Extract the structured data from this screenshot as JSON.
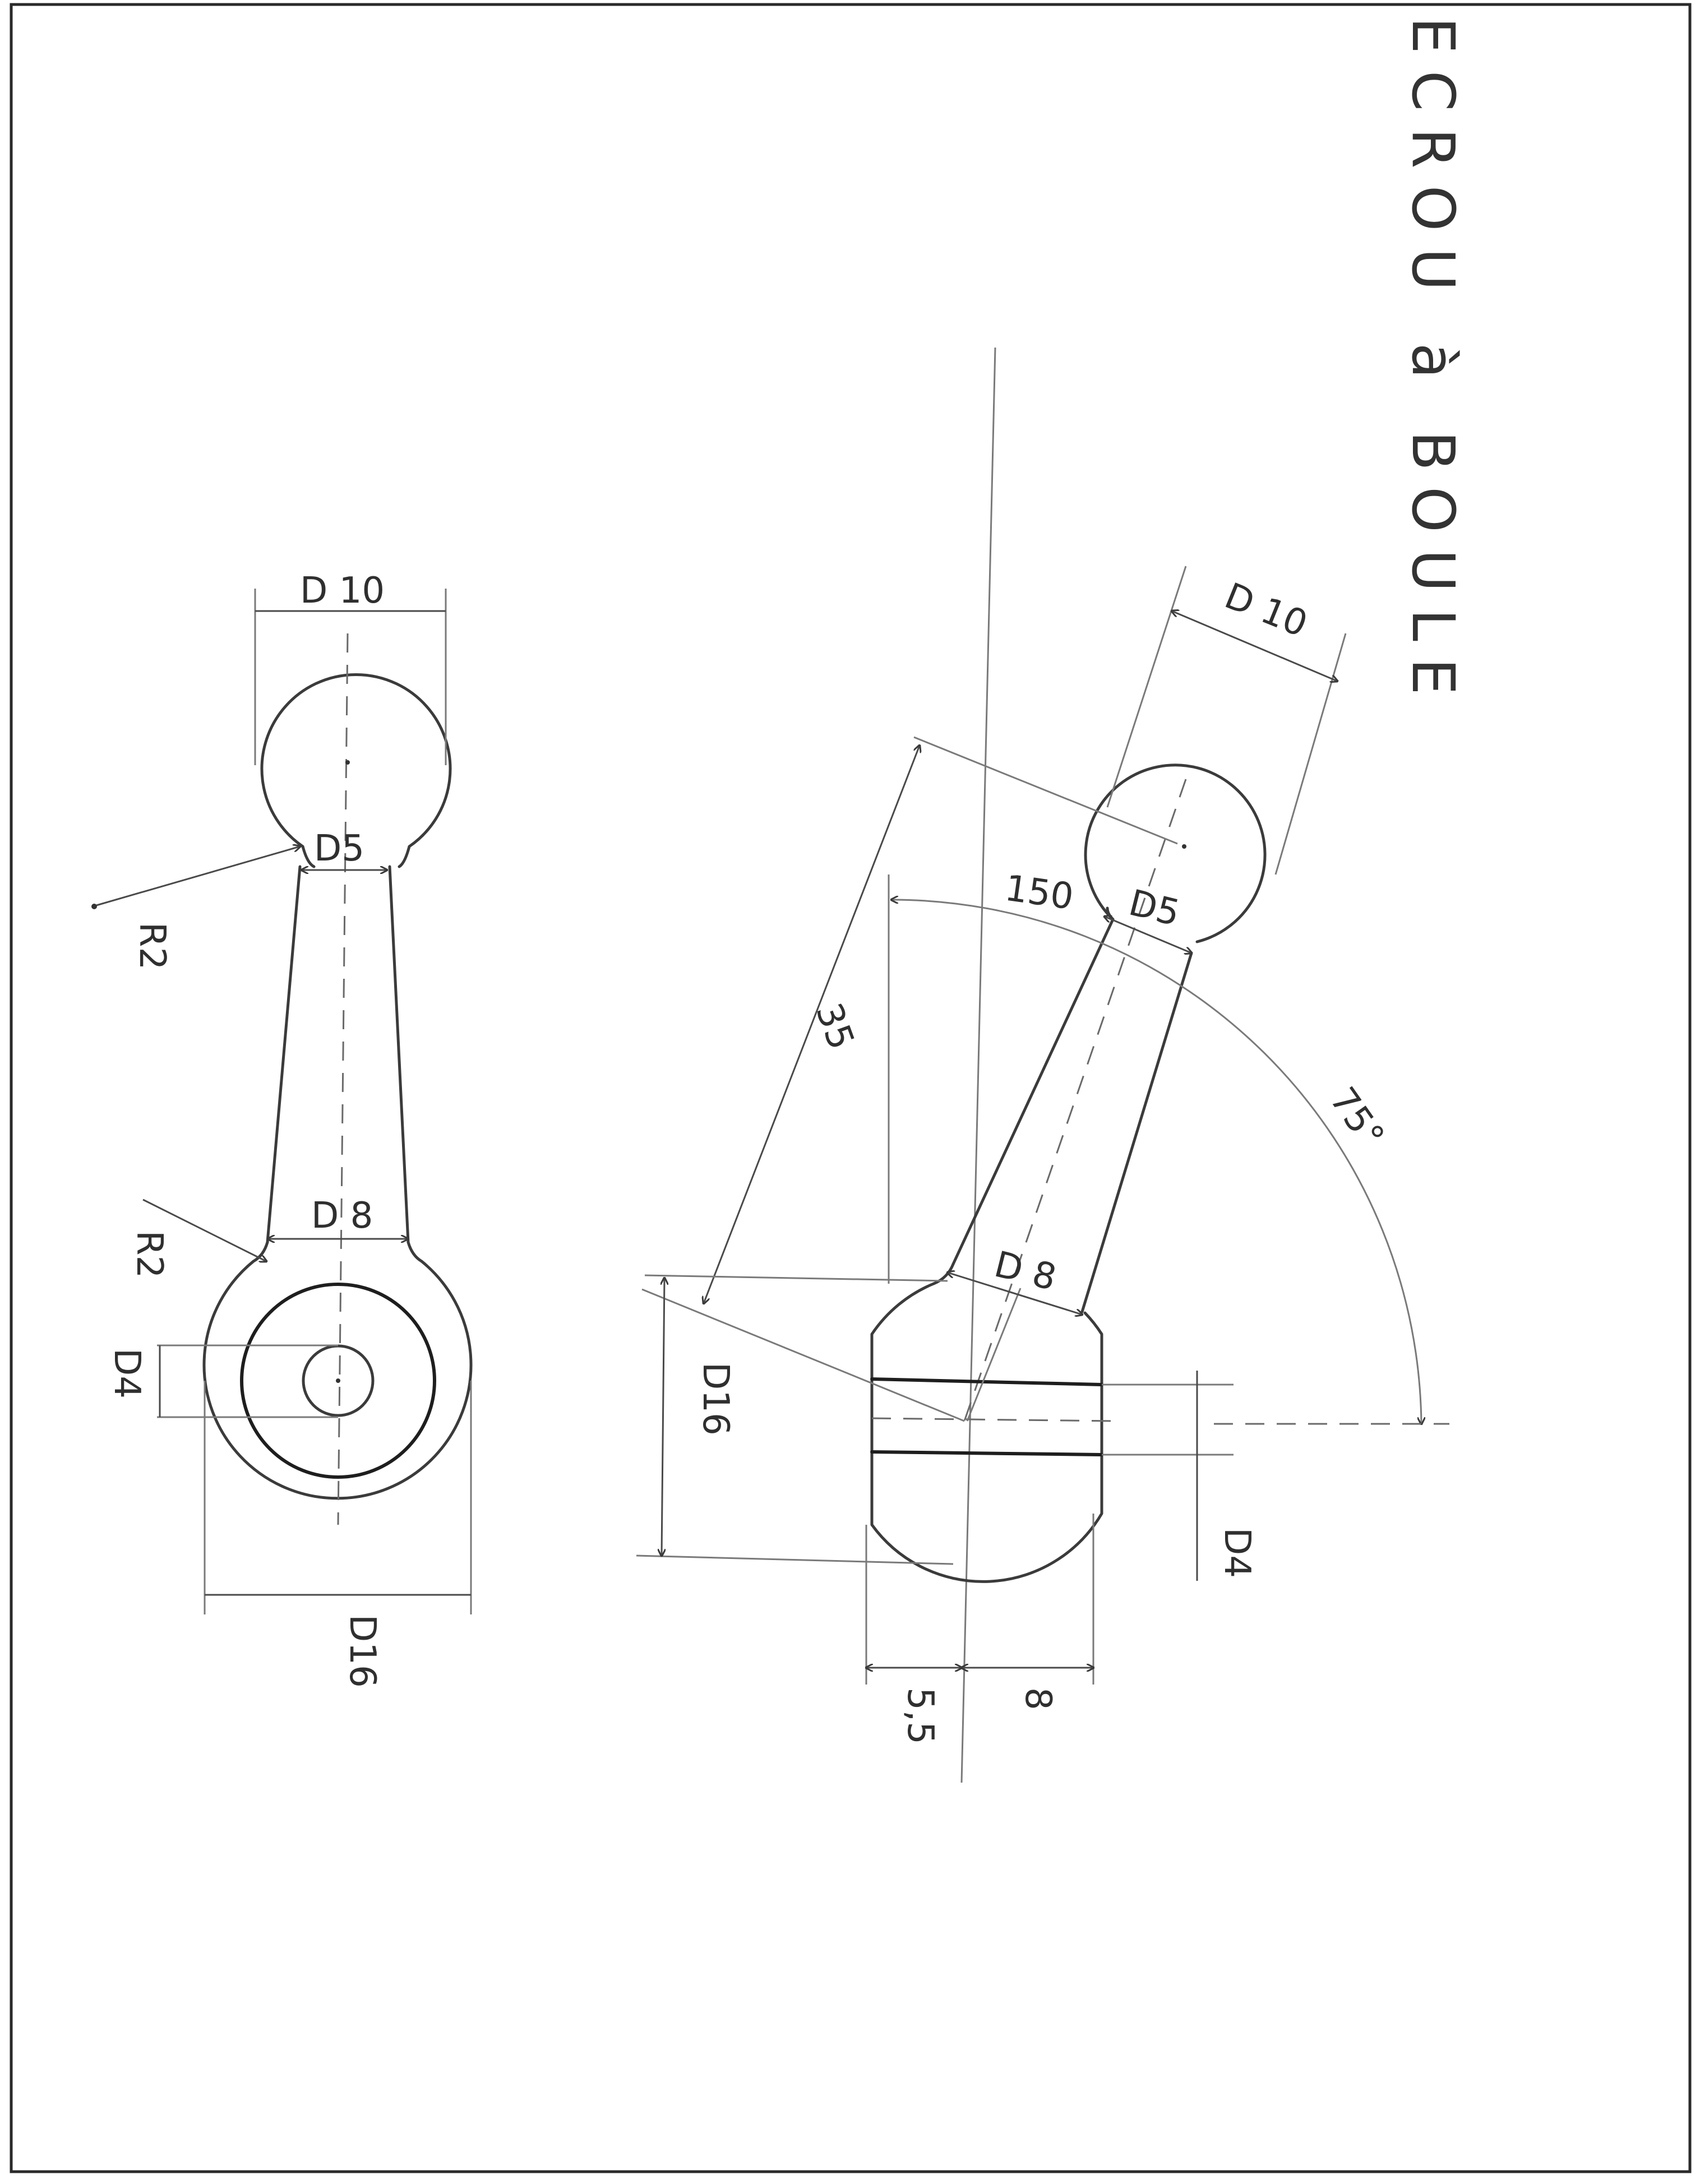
{
  "drawing": {
    "title": "ECROU à BOULE",
    "left_view": {
      "d10": "D 10",
      "d5": "D5",
      "r2_top": "R2",
      "d8": "D 8",
      "r2_bottom": "R2",
      "d4": "D4",
      "d16": "D16"
    },
    "right_view": {
      "d10": "D 10",
      "len150": "150",
      "d5": "D5",
      "len35": "35",
      "angle75": "75°",
      "d8": "D 8",
      "d16": "D16",
      "d4": "D4",
      "w55": "5,5",
      "w8": "8"
    }
  }
}
